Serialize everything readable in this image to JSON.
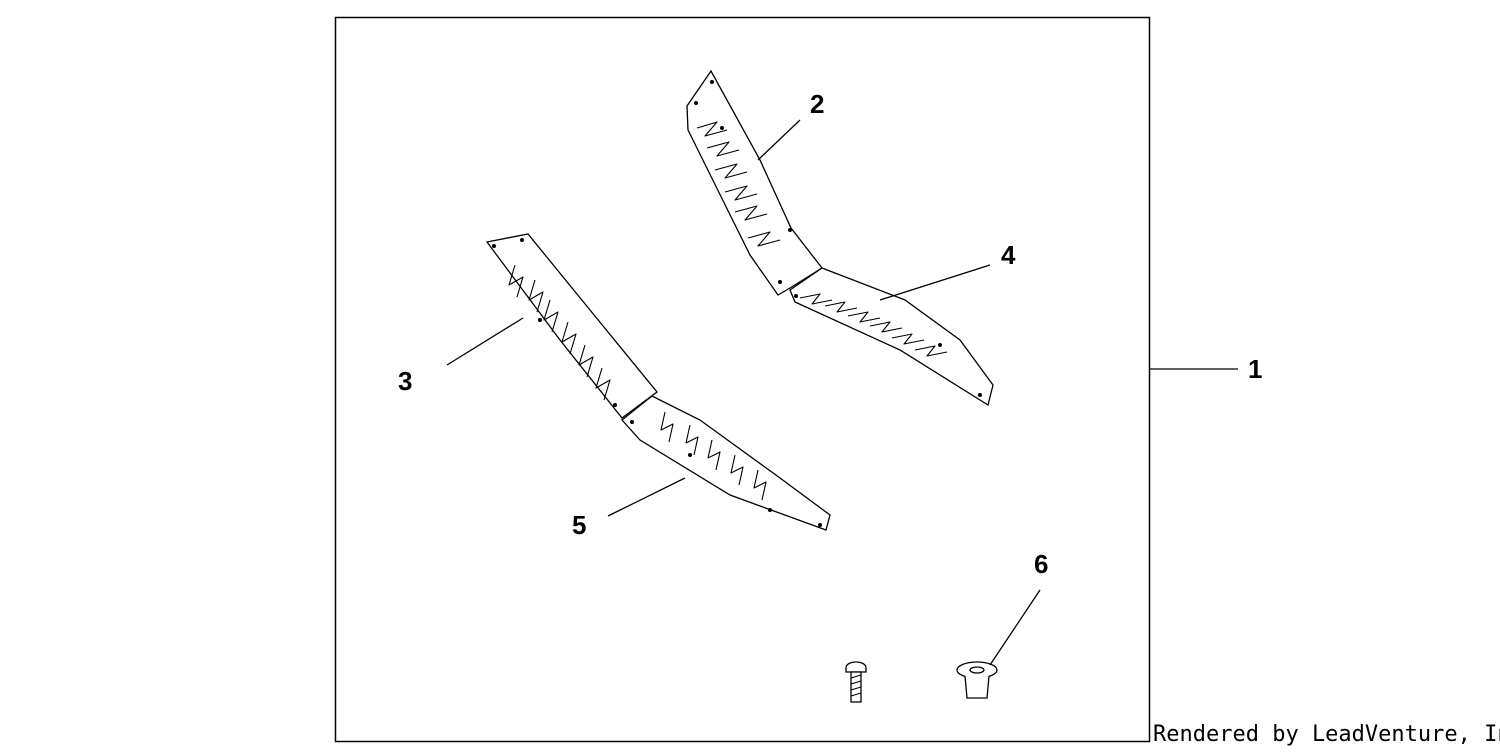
{
  "callouts": {
    "c1": "1",
    "c2": "2",
    "c3": "3",
    "c4": "4",
    "c5": "5",
    "c6": "6"
  },
  "credit": "Rendered by LeadVenture, Inc."
}
